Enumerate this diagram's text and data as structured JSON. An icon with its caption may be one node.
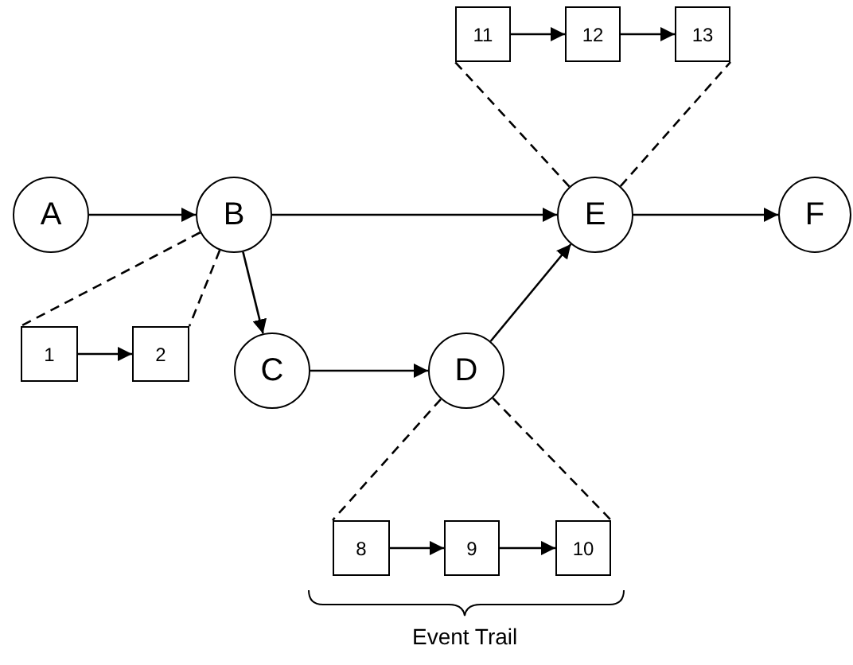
{
  "diagram": {
    "nodes": [
      {
        "text": [
          "11"
        ]
      },
      {
        "text": [
          "12"
        ]
      },
      {
        "text": [
          "13"
        ]
      },
      {
        "text": [
          "A"
        ]
      },
      {
        "text": [
          "B"
        ]
      },
      {
        "text": [
          "E"
        ]
      },
      {
        "text": [
          "F"
        ]
      },
      {
        "text": [
          "1"
        ]
      },
      {
        "text": [
          "2"
        ]
      },
      {
        "text": [
          "C"
        ]
      },
      {
        "text": [
          "D"
        ]
      },
      {
        "text": [
          "8"
        ]
      },
      {
        "text": [
          "9"
        ]
      },
      {
        "text": [
          "10"
        ]
      }
    ],
    "edges": [
      {
        "from": 0,
        "to": 1,
        "arrow": "to"
      },
      {
        "from": 1,
        "to": 2,
        "arrow": "to"
      },
      {
        "from": 3,
        "to": 4,
        "arrow": "to"
      },
      {
        "from": 4,
        "to": 5,
        "arrow": "to"
      },
      {
        "from": 5,
        "to": 6,
        "arrow": "to"
      },
      {
        "from": 4,
        "to": 9,
        "arrow": "to"
      },
      {
        "from": 9,
        "to": 10,
        "arrow": "to"
      },
      {
        "from": 10,
        "to": 5,
        "arrow": "to"
      },
      {
        "from": 7,
        "to": 8,
        "arrow": "to"
      },
      {
        "from": 11,
        "to": 12,
        "arrow": "to"
      },
      {
        "from": 12,
        "to": 13,
        "arrow": "to"
      },
      {
        "from": 4,
        "to": 7,
        "arrow": "none",
        "style": "dashed"
      },
      {
        "from": 4,
        "to": 8,
        "arrow": "none",
        "style": "dashed"
      },
      {
        "from": 10,
        "to": 11,
        "arrow": "none",
        "style": "dashed"
      },
      {
        "from": 10,
        "to": 13,
        "arrow": "none",
        "style": "dashed"
      },
      {
        "from": 5,
        "to": 0,
        "arrow": "none",
        "style": "dashed"
      },
      {
        "from": 5,
        "to": 2,
        "arrow": "none",
        "style": "dashed"
      }
    ],
    "labels": [
      "Event Trail"
    ]
  }
}
